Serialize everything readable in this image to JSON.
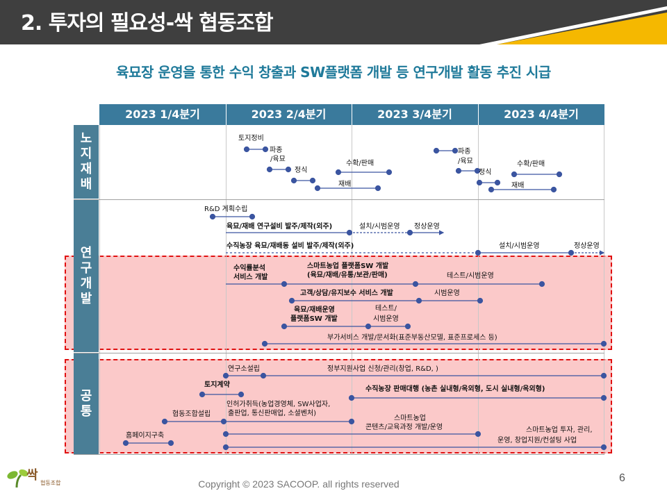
{
  "header": {
    "title": "2. 투자의 필요성-싹 협동조합"
  },
  "subtitle": "육묘장 운영을 통한 수익 창출과 SW플랫폼 개발 등 연구개발 활동 추진 시급",
  "quarters": [
    "2023 1/4분기",
    "2023 2/4분기",
    "2023 3/4분기",
    "2023 4/4분기"
  ],
  "sections": {
    "farm": "노지재배",
    "rnd": "연구개발",
    "common": "공통"
  },
  "farm_items": {
    "site_prep": "토지정비",
    "sowing1": "파종",
    "nursery1": "/육묘",
    "planting1": "정식",
    "harvest1": "수확/판매",
    "cultivation1": "재배",
    "sowing2": "파종",
    "nursery2": "/육묘",
    "planting2": "정식",
    "harvest2": "수확/판매",
    "cultivation2": "재배"
  },
  "rnd_items": {
    "plan": "R&D 계획수립",
    "equip_order": "육묘/재배 연구설비 발주/제작(외주)",
    "equip_install": "설치/시범운영",
    "equip_normal": "정상운영",
    "vfarm_order": "수직농장 육묘/재배동 설비 발주/제작(외주)",
    "vfarm_install": "설치/시범운영",
    "vfarm_normal": "정상운영",
    "revenue_analysis_1": "수익률분석",
    "revenue_analysis_2": "서비스 개발",
    "sw_dev_1": "스마트농업 플랫폼SW 개발",
    "sw_dev_2": "(육묘/재배/유통/보관/판매)",
    "sw_test": "테스트/시범운영",
    "customer_service": "고객/상담/유지보수 서비스 개발",
    "cs_pilot": "시범운영",
    "nursery_platform_1": "육묘/재배운영",
    "nursery_platform_2": "플랫폼SW 개발",
    "np_test_1": "테스트/",
    "np_test_2": "시범운영",
    "value_added": "부가서비스 개발/문서화(표준부동산모델, 표준프로세스 등)"
  },
  "common_items": {
    "lab": "연구소설립",
    "gov": "정부지원사업 신청/관리(창업, R&D, )",
    "land": "토지계약",
    "sales": "수직농장 판매대행 (농촌 실내형/옥외형, 도시 실내형/옥외형)",
    "coop": "협동조합설립",
    "members_1": "인허가취득(농업경영체, SW사업자,",
    "members_2": "출판업, 통신판매업, 소셜벤처)",
    "content_1": "스마트농업",
    "content_2": "콘텐츠/교육과정 개발/운영",
    "invest_1": "스마트농업 투자, 관리,",
    "invest_2": "운영, 창업지원/컨설팅 사업",
    "homepage": "홈페이지구축"
  },
  "footer": {
    "copyright": "Copyright © 2023 SACOOP. all rights reserved",
    "page": "6"
  },
  "logo": {
    "text": "싹",
    "sub": "협동조합"
  },
  "colors": {
    "header_dark": "#3f3f3f",
    "accent_yellow": "#f5b800",
    "quarter_header": "#3a7a9c",
    "side": "#4a7e96",
    "subtitle": "#1f7a9a",
    "line": "#3b55a0",
    "highlight_fill": "#fbc9c9",
    "highlight_border": "#e01010"
  }
}
